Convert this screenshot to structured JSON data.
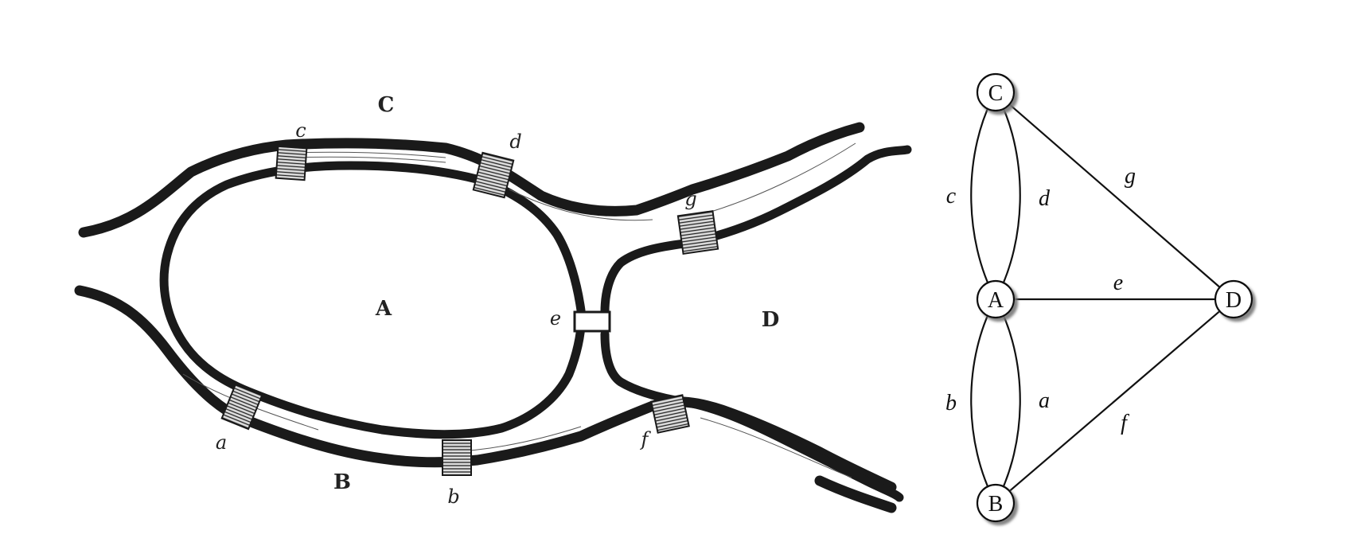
{
  "map": {
    "land_labels": {
      "C": "C",
      "A": "A",
      "B": "B",
      "D": "D"
    },
    "bridge_labels": {
      "c": "c",
      "d": "d",
      "g": "g",
      "e": "e",
      "a": "a",
      "b": "b",
      "f": "f"
    }
  },
  "graph": {
    "nodes": {
      "C": "C",
      "A": "A",
      "D": "D",
      "B": "B"
    },
    "edges": {
      "c": "c",
      "d": "d",
      "g": "g",
      "e": "e",
      "b": "b",
      "a": "a",
      "f": "f"
    }
  }
}
